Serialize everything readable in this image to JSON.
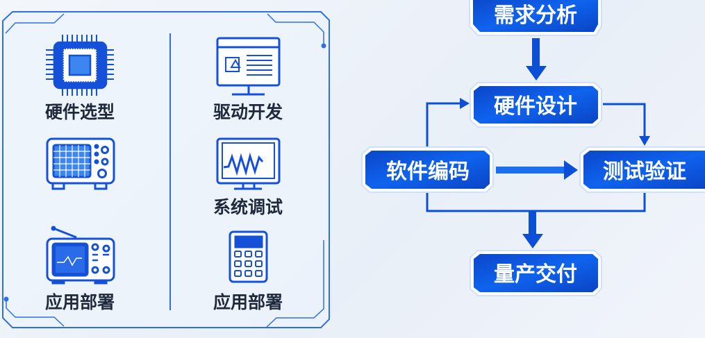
{
  "left_panel": {
    "items": [
      {
        "label": "硬件选型",
        "icon": "chip-icon"
      },
      {
        "label": "驱动开发",
        "icon": "monitor-code-icon"
      },
      {
        "label": "",
        "icon": "oscilloscope-icon"
      },
      {
        "label": "系统调试",
        "icon": "waveform-monitor-icon"
      },
      {
        "label": "应用部署",
        "icon": "radio-device-icon"
      },
      {
        "label": "应用部署",
        "icon": "calculator-icon"
      }
    ]
  },
  "flow": {
    "nodes": {
      "requirements": "需求分析",
      "hardware": "硬件设计",
      "software": "软件编码",
      "testing": "测试验证",
      "production": "量产交付"
    }
  },
  "colors": {
    "primary": "#0a4fd6",
    "line": "#1558e0",
    "text": "#1e2a3c"
  }
}
